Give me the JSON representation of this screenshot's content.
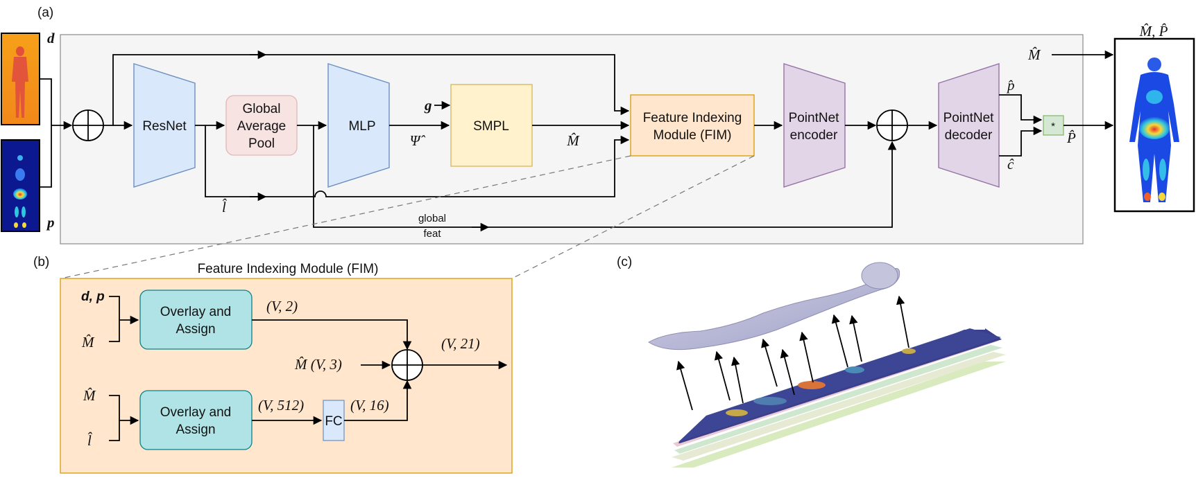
{
  "panels": {
    "a": "(a)",
    "b": "(b)",
    "c": "(c)"
  },
  "inputs": {
    "depth": "d",
    "pressure": "p",
    "gender": "g"
  },
  "blocks": {
    "resnet": "ResNet",
    "gap_line1": "Global",
    "gap_line2": "Average",
    "gap_line3": "Pool",
    "mlp": "MLP",
    "smpl": "SMPL",
    "fim_line1": "Feature Indexing",
    "fim_line2": "Module (FIM)",
    "pn_enc_line1": "PointNet",
    "pn_enc_line2": "encoder",
    "pn_dec_line1": "PointNet",
    "pn_dec_line2": "decoder",
    "multiply": "*"
  },
  "edge_labels": {
    "psi_hat": "Ψ̂",
    "m_hat": "M̂",
    "l_hat": "l̂",
    "global_line1": "global",
    "global_line2": "feat",
    "p_hat_small": "p̂",
    "c_hat": "ĉ",
    "P_hat": "P̂",
    "output_title": "M̂, P̂"
  },
  "fim_detail": {
    "title": "Feature Indexing Module (FIM)",
    "in_dp": "d, p",
    "in_m1": "M̂",
    "in_m2": "M̂",
    "in_l": "l̂",
    "overlay1_line1": "Overlay and",
    "overlay1_line2": "Assign",
    "overlay2_line1": "Overlay and",
    "overlay2_line2": "Assign",
    "dim_v2": "(V, 2)",
    "dim_v512": "(V, 512)",
    "dim_v16": "(V, 16)",
    "dim_v21": "(V, 21)",
    "m_v3": "M̂ (V, 3)",
    "fc": "FC"
  },
  "colors": {
    "resnet": "#dae8fc",
    "gap": "#f8e3e3",
    "smpl": "#fff2cc",
    "fim": "#ffe6cc",
    "pointnet": "#e1d5e7",
    "overlay": "#b0e3e6",
    "mul": "#d5e8d4",
    "panel": "#f5f5f5"
  }
}
